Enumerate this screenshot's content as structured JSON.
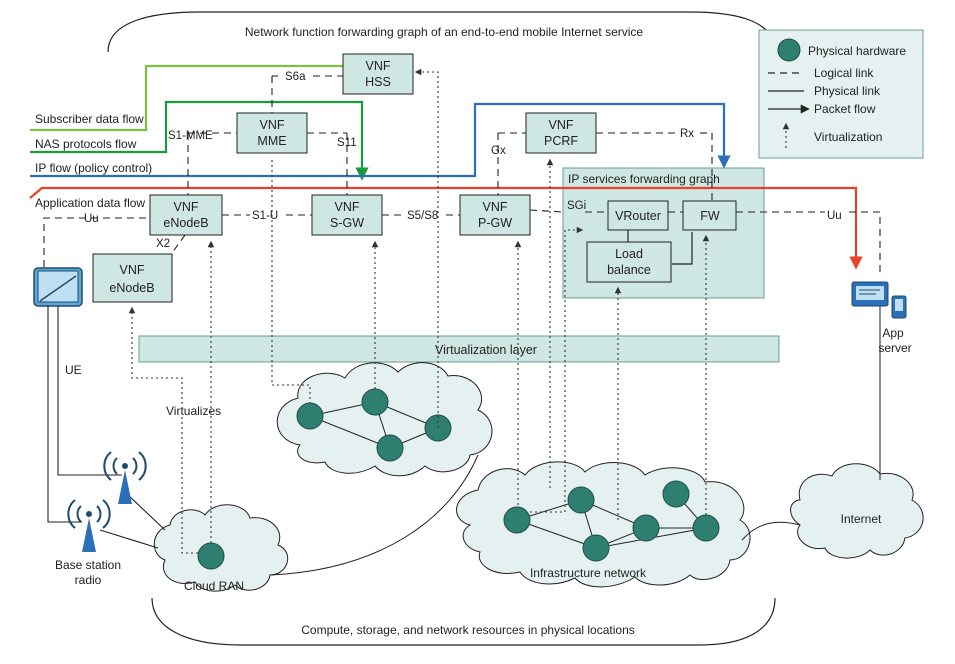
{
  "colors": {
    "box_fill": "#cfe7e2",
    "cloud_fill": "#e4f1f0",
    "node_fill": "#2f7f70",
    "subscriber_flow": "#7cc242",
    "nas_flow": "#1a9a3a",
    "ip_flow": "#2a6fb8",
    "app_flow": "#e8402a"
  },
  "titles": {
    "top": "Network function forwarding graph of an end-to-end mobile Internet service",
    "bottom": "Compute, storage, and network resources in physical locations",
    "virtualization_layer": "Virtualization layer",
    "ip_services_graph": "IP services forwarding graph"
  },
  "flows": {
    "subscriber": "Subscriber data flow",
    "nas": "NAS protocols flow",
    "ip": "IP flow (policy control)",
    "app": "Application data flow"
  },
  "vnfs": {
    "hss": [
      "VNF",
      "HSS"
    ],
    "mme": [
      "VNF",
      "MME"
    ],
    "pcrf": [
      "VNF",
      "PCRF"
    ],
    "enodeb1": [
      "VNF",
      "eNodeB"
    ],
    "sgw": [
      "VNF",
      "S-GW"
    ],
    "pgw": [
      "VNF",
      "P-GW"
    ],
    "enodeb2": [
      "VNF",
      "eNodeB"
    ],
    "vrouter": "VRouter",
    "fw": "FW",
    "loadbalance": [
      "Load",
      "balance"
    ]
  },
  "interfaces": {
    "s6a": "S6a",
    "s1mme": "S1-MME",
    "s11": "S11",
    "gx": "Gx",
    "rx": "Rx",
    "uu_left": "Uu",
    "uu_right": "Uu",
    "s1u": "S1-U",
    "s5s8": "S5/S8",
    "sgi": "SGi",
    "x2": "X2"
  },
  "labels": {
    "ue": "UE",
    "virtualizes": "Virtualizes",
    "base_station": [
      "Base station",
      "radio"
    ],
    "cloud_ran": "Cloud RAN",
    "infrastructure": "Infrastructure network",
    "internet": "Internet",
    "app_server": [
      "App",
      "server"
    ]
  },
  "legend": {
    "physical_hardware": "Physical hardware",
    "logical_link": "Logical link",
    "physical_link": "Physical link",
    "packet_flow": "Packet flow",
    "virtualization": "Virtualization"
  }
}
